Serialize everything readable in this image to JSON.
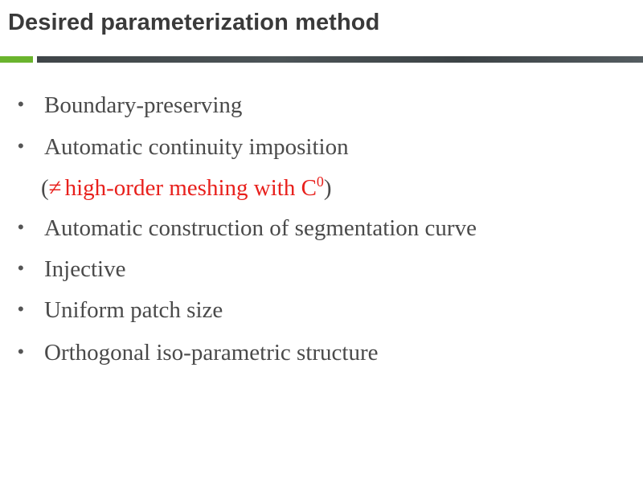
{
  "slide": {
    "title": "Desired parameterization method"
  },
  "bullets": [
    {
      "text": "Boundary-preserving"
    },
    {
      "text": "Automatic continuity imposition"
    },
    {
      "text": "Automatic construction of segmentation curve"
    },
    {
      "text": "Injective"
    },
    {
      "text": "Uniform patch size"
    },
    {
      "text": "Orthogonal iso-parametric structure"
    }
  ],
  "note": {
    "open_paren": "(",
    "symbol": "≠",
    "text": "high-order meshing with C",
    "superscript": "0",
    "close_paren": ")"
  },
  "bullet_glyph": "•",
  "colors": {
    "title_text": "#3a3a3a",
    "body_text": "#4a4a4a",
    "accent_green": "#6ab42d",
    "bar_dark": "#454c4f",
    "highlight_red": "#e8201c"
  }
}
